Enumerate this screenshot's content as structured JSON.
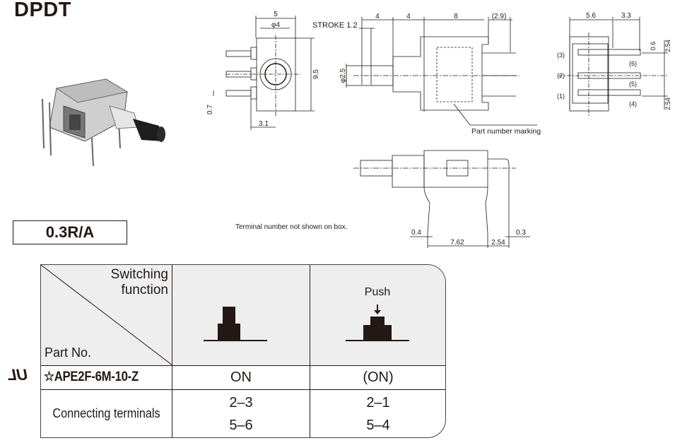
{
  "title": "DPDT",
  "rating": "0.3R/A",
  "drawing": {
    "front_view": {
      "dims": {
        "width": "5",
        "shaft_dia": "φ4",
        "height": "9.5",
        "terminal_offset": "3.1",
        "terminal_width": "0.7"
      }
    },
    "side_view": {
      "stroke_label": "STROKE 1.2",
      "dims": {
        "shaft_len": "4",
        "neck_len": "4",
        "body_len": "8",
        "terminal_proj": "(2.9)",
        "shaft_dia": "φ2.5"
      },
      "callout": "Part number marking"
    },
    "rear_view": {
      "dims": {
        "body_width": "5.6",
        "terminal_len": "3.3",
        "terminal_thk": "0.6",
        "pitch_top": "2.54",
        "pitch_bottom": "2.54"
      },
      "terminal_labels": [
        "(3)",
        "(2)",
        "(1)",
        "(6)",
        "(5)",
        "(4)"
      ]
    },
    "bottom_view": {
      "dims": {
        "left_thk": "0.4",
        "spacing": "7.62",
        "pitch": "2.54",
        "right_thk": "0.3"
      }
    },
    "note": "Terminal number not shown on box."
  },
  "table": {
    "header_top": [
      "Switching",
      "function"
    ],
    "header_left": "Part No.",
    "col1_label": "",
    "col2_label": "Push",
    "cert_mark": "UL",
    "part_number": "☆APE2F-6M-10-Z",
    "functions": [
      "ON",
      "(ON)"
    ],
    "terminals_label": "Connecting terminals",
    "terminals": [
      [
        "2–3",
        "5–6"
      ],
      [
        "2–1",
        "5–4"
      ]
    ]
  }
}
